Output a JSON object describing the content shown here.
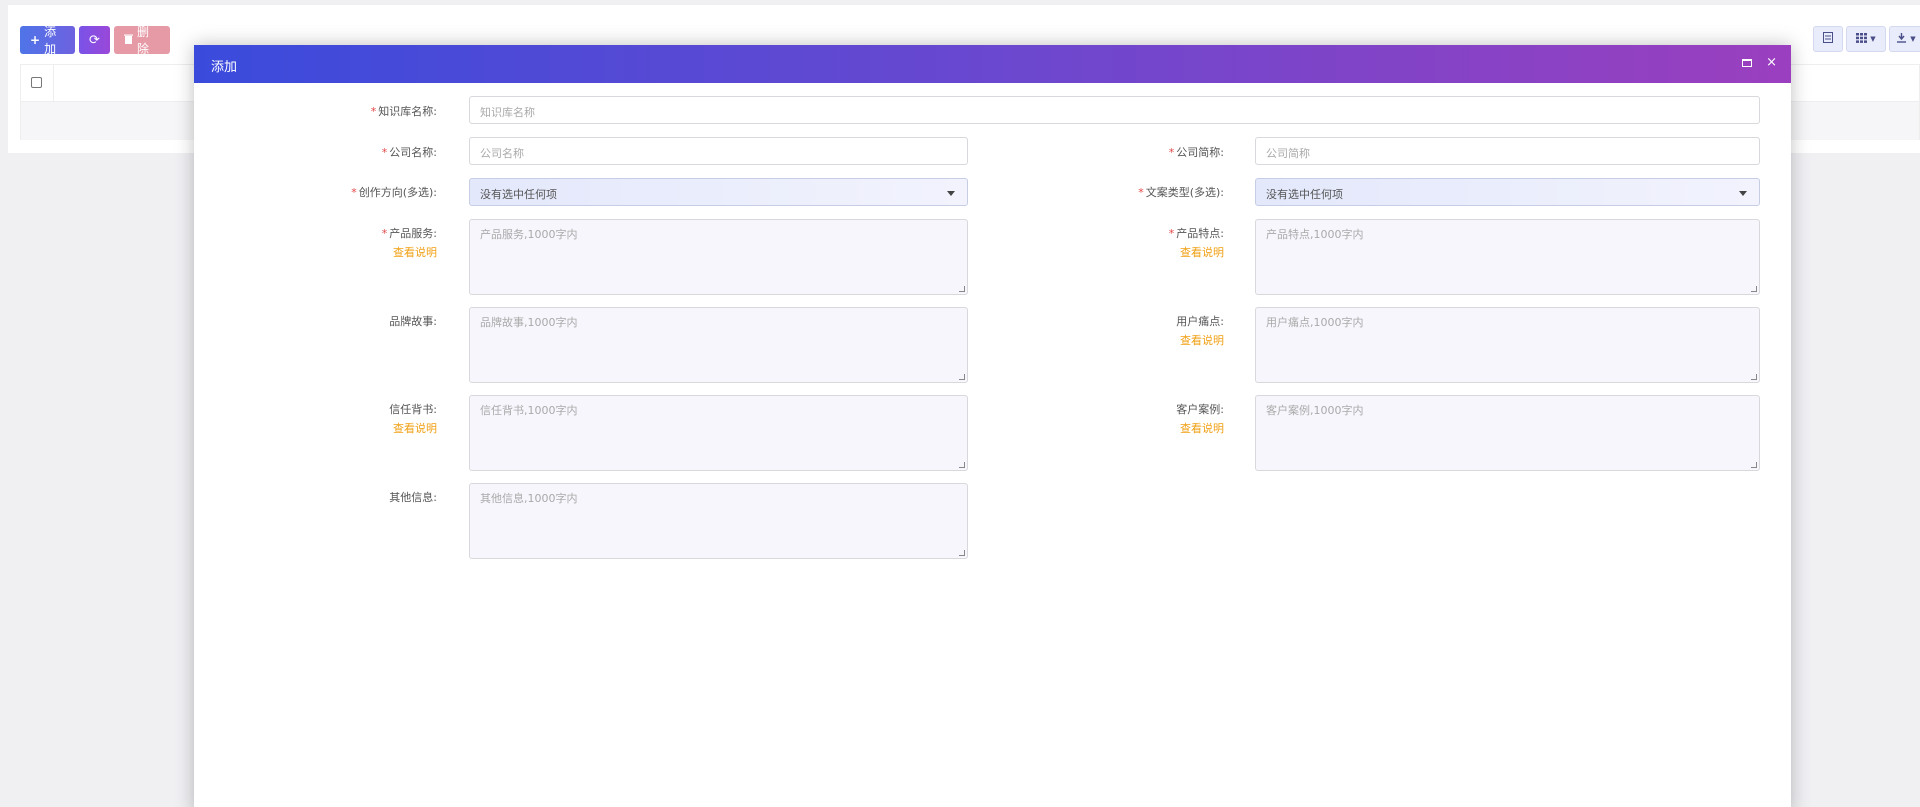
{
  "toolbar": {
    "add_label": "添加",
    "delete_label": "删除"
  },
  "modal": {
    "title": "添加"
  },
  "form": {
    "kb_name": {
      "label": "知识库名称:",
      "placeholder": "知识库名称"
    },
    "company_name": {
      "label": "公司名称:",
      "placeholder": "公司名称"
    },
    "company_short": {
      "label": "公司简称:",
      "placeholder": "公司简称"
    },
    "creative_direction": {
      "label": "创作方向(多选):",
      "value": "没有选中任何项"
    },
    "copy_type": {
      "label": "文案类型(多选):",
      "value": "没有选中任何项"
    },
    "product_service": {
      "label": "产品服务:",
      "help": "查看说明",
      "placeholder": "产品服务,1000字内"
    },
    "product_features": {
      "label": "产品特点:",
      "help": "查看说明",
      "placeholder": "产品特点,1000字内"
    },
    "brand_story": {
      "label": "品牌故事:",
      "placeholder": "品牌故事,1000字内"
    },
    "user_pain": {
      "label": "用户痛点:",
      "help": "查看说明",
      "placeholder": "用户痛点,1000字内"
    },
    "trust_endorsement": {
      "label": "信任背书:",
      "help": "查看说明",
      "placeholder": "信任背书,1000字内"
    },
    "customer_cases": {
      "label": "客户案例:",
      "help": "查看说明",
      "placeholder": "客户案例,1000字内"
    },
    "other_info": {
      "label": "其他信息:",
      "placeholder": "其他信息,1000字内"
    }
  }
}
